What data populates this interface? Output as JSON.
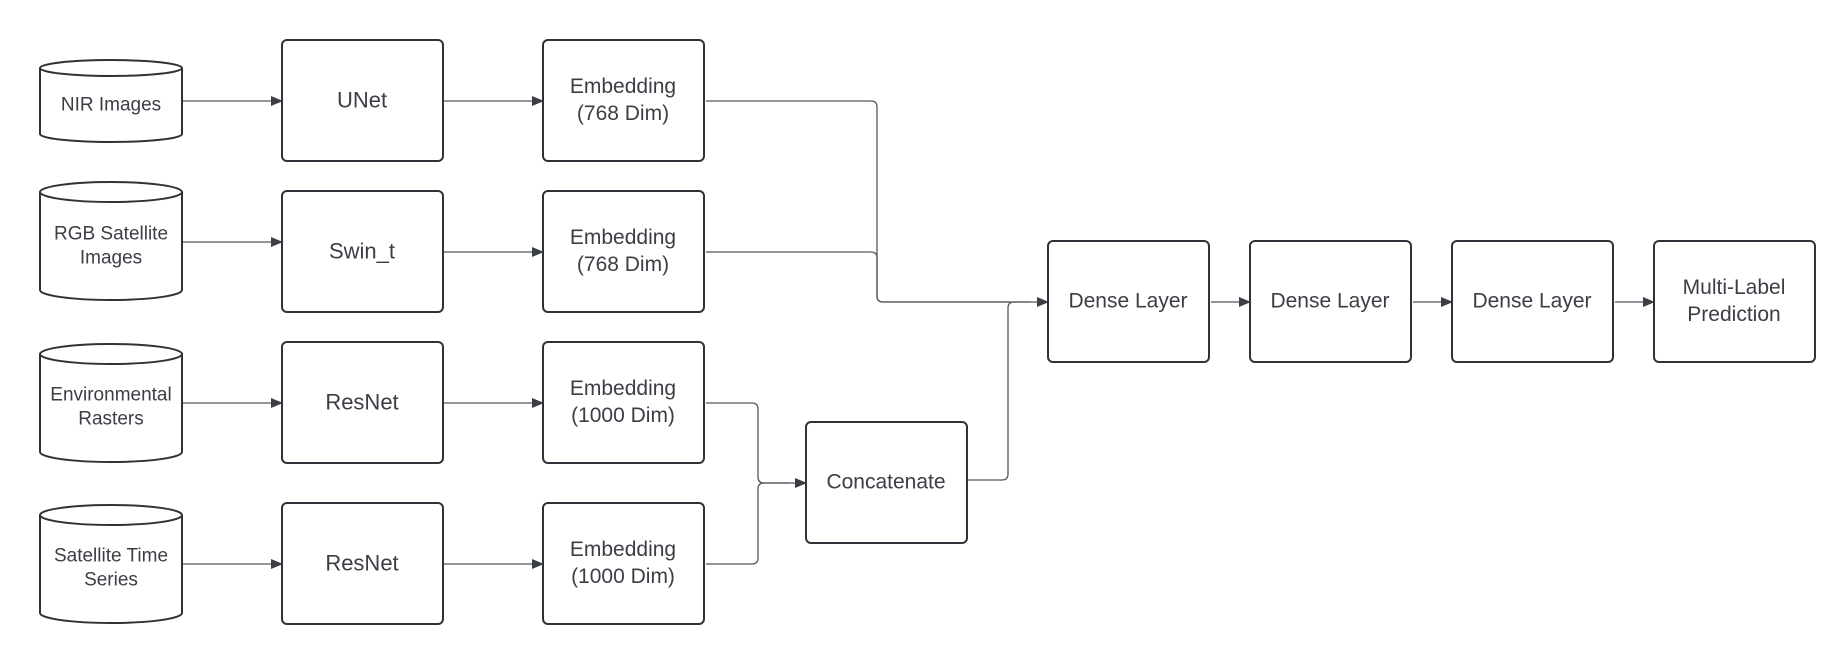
{
  "colors": {
    "stroke": "#2f3238",
    "edge": "#55585e",
    "text": "#3b3e45",
    "background": "#ffffff"
  },
  "inputs": [
    {
      "lines": [
        "NIR Images"
      ]
    },
    {
      "lines": [
        "RGB Satellite",
        "Images"
      ]
    },
    {
      "lines": [
        "Environmental",
        "Rasters"
      ]
    },
    {
      "lines": [
        "Satellite Time",
        "Series"
      ]
    }
  ],
  "encoders": [
    {
      "lines": [
        "UNet"
      ]
    },
    {
      "lines": [
        "Swin_t"
      ]
    },
    {
      "lines": [
        "ResNet"
      ]
    },
    {
      "lines": [
        "ResNet"
      ]
    }
  ],
  "embeddings": [
    {
      "lines": [
        "Embedding",
        "(768 Dim)"
      ]
    },
    {
      "lines": [
        "Embedding",
        "(768 Dim)"
      ]
    },
    {
      "lines": [
        "Embedding",
        "(1000 Dim)"
      ]
    },
    {
      "lines": [
        "Embedding",
        "(1000 Dim)"
      ]
    }
  ],
  "concatenate": {
    "lines": [
      "Concatenate"
    ]
  },
  "dense_layers": [
    {
      "lines": [
        "Dense Layer"
      ]
    },
    {
      "lines": [
        "Dense Layer"
      ]
    },
    {
      "lines": [
        "Dense Layer"
      ]
    }
  ],
  "output": {
    "lines": [
      "Multi-Label",
      "Prediction"
    ]
  }
}
